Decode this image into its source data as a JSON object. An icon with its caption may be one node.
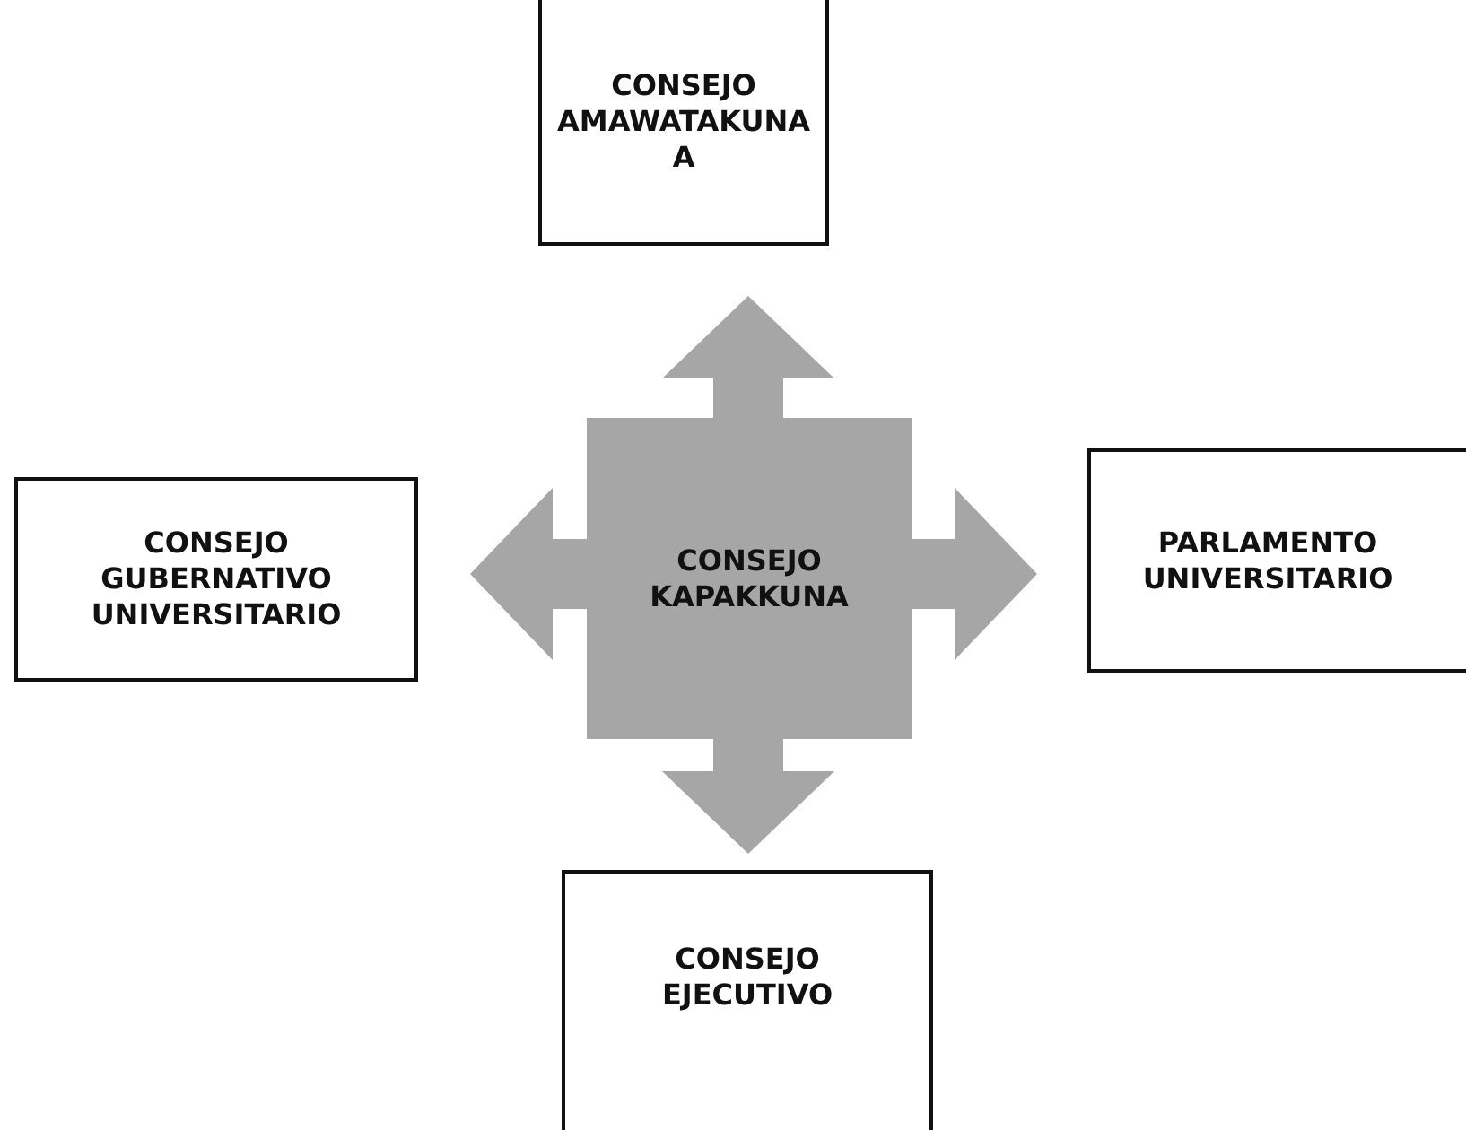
{
  "diagram": {
    "nodes": [
      {
        "text": [
          "CONSEJO AMAWATAKUNA A"
        ]
      },
      {
        "text": [
          "CONSEJO GUBERNATIVO UNIVERSITARIO"
        ]
      },
      {
        "text": [
          "CONSEJO KAPAKKUNA"
        ]
      },
      {
        "text": [
          "PARLAMENTO UNIVERSITARIO"
        ]
      },
      {
        "text": [
          "CONSEJO EJECUTIVO"
        ]
      }
    ],
    "edges": [
      {
        "from": 2,
        "to": 0,
        "arrow": "to"
      },
      {
        "from": 2,
        "to": 1,
        "arrow": "to"
      },
      {
        "from": 2,
        "to": 3,
        "arrow": "to"
      },
      {
        "from": 2,
        "to": 4,
        "arrow": "to"
      }
    ]
  }
}
